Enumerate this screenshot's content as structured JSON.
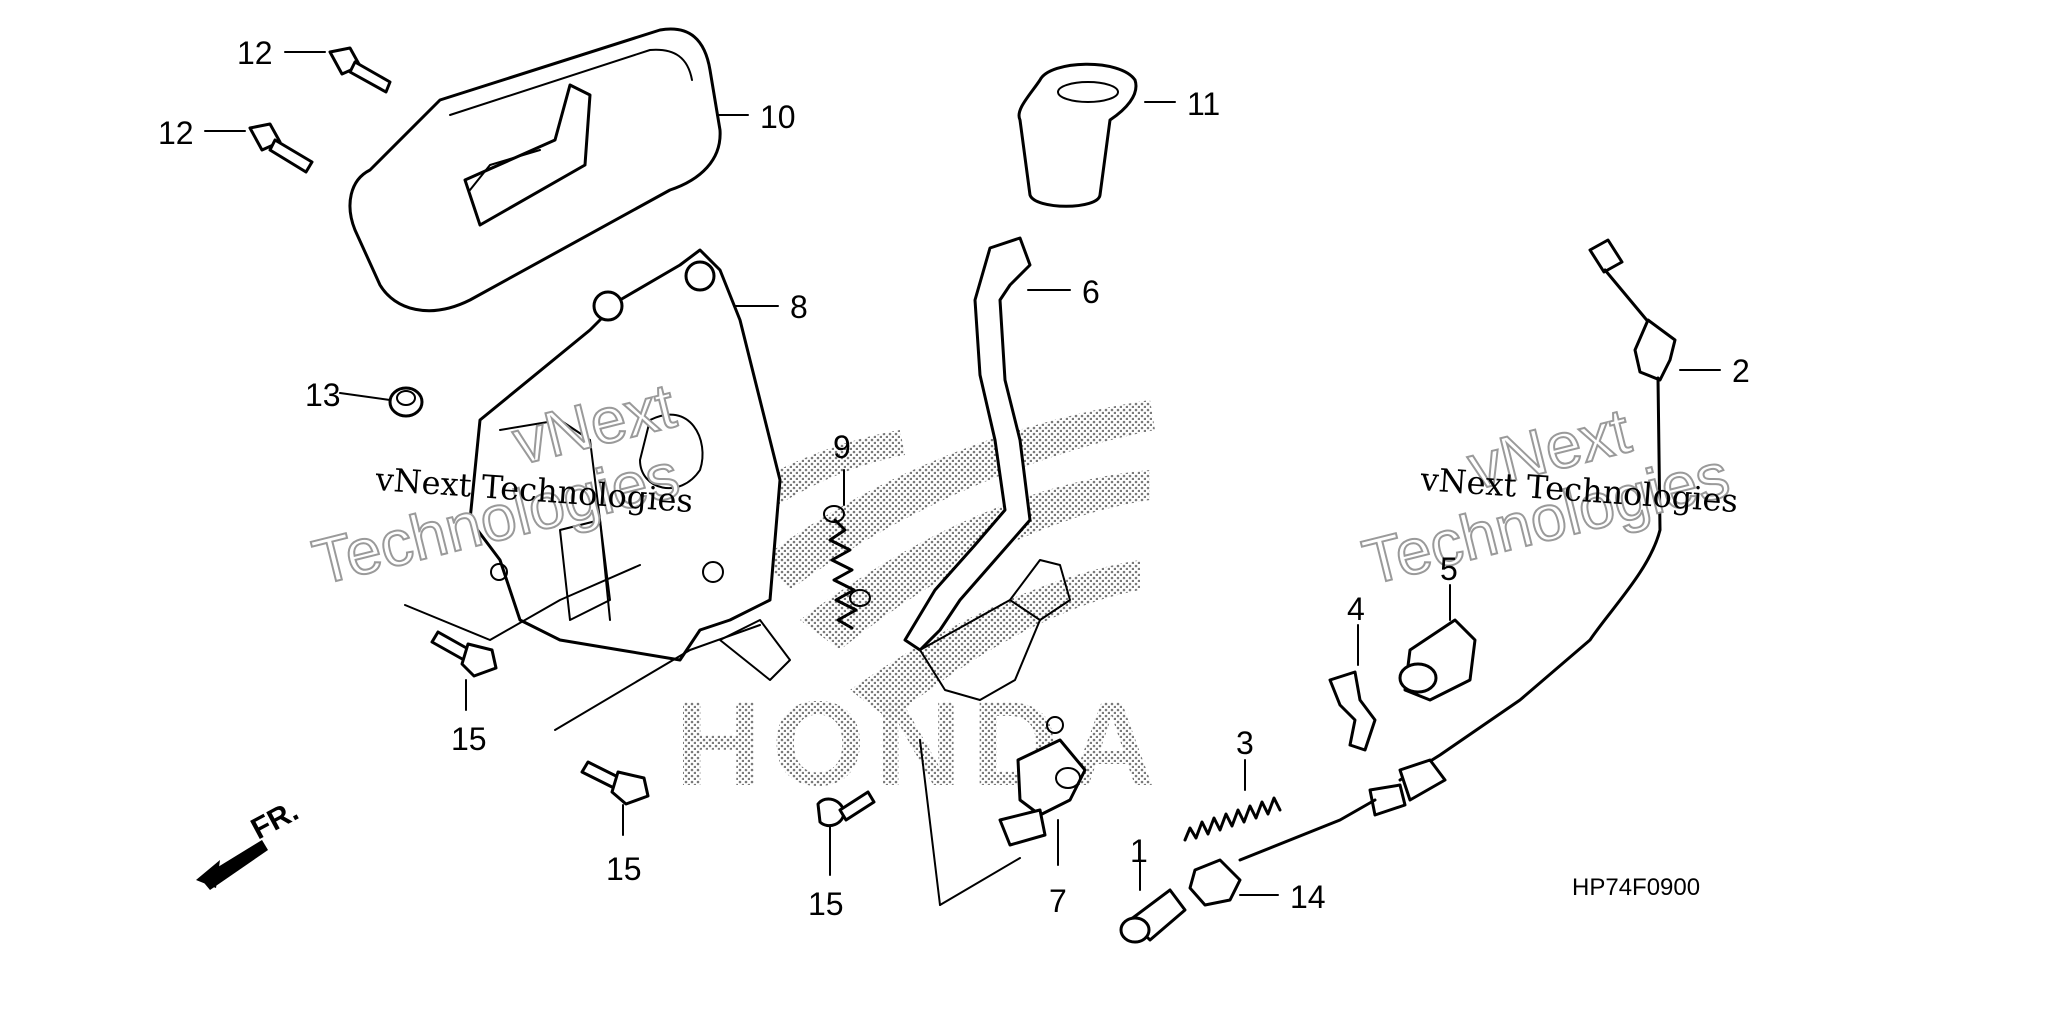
{
  "diagram_code": "HP74F0900",
  "direction_label": "FR.",
  "watermark": {
    "line1": "vNext",
    "line2": "Technologies",
    "serif_text": "vNext Technologies"
  },
  "brand_text": "HONDA",
  "callouts": {
    "c1": "1",
    "c2": "2",
    "c3": "3",
    "c4": "4",
    "c5": "5",
    "c6": "6",
    "c7": "7",
    "c8": "8",
    "c9": "9",
    "c10": "10",
    "c11": "11",
    "c12a": "12",
    "c12b": "12",
    "c13": "13",
    "c14": "14",
    "c15a": "15",
    "c15b": "15",
    "c15c": "15"
  },
  "parts": {
    "p1": "bolt-pin",
    "p2": "shift-cable",
    "p3": "spring",
    "p4": "clip",
    "p5": "bushing",
    "p6": "shift-lever",
    "p7": "joint",
    "p8": "bracket",
    "p9": "return-spring",
    "p10": "lever-cover",
    "p11": "shift-knob",
    "p12": "flange-bolt",
    "p13": "flange-nut",
    "p14": "collar",
    "p15": "flange-bolt"
  }
}
